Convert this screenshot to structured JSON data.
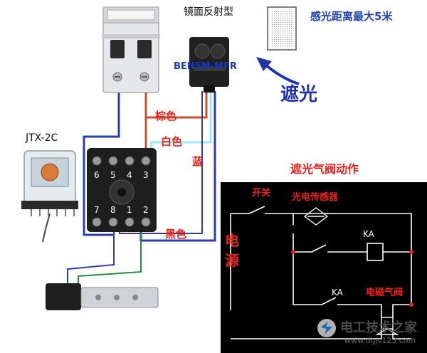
{
  "labels": {
    "mirror_type": "镜面反射型",
    "sensor_model": "BEN5M-MFR",
    "sensing_distance": "感光距离最大5米",
    "shading": "遮光",
    "relay_model": "JTX-2C",
    "brown": "棕色",
    "white": "白色",
    "blue": "蓝",
    "black": "黑色",
    "action_title": "遮光气阀动作",
    "switch": "开关",
    "photo_sensor": "光电传感器",
    "power_1": "电",
    "power_2": "源",
    "ka_coil": "KA",
    "ka_contact": "KA",
    "solenoid_valve": "电磁气阀",
    "watermark_title": "电工技术之家",
    "watermark_url": "www.dgjs123.com"
  },
  "pins_top": [
    "6",
    "5",
    "4",
    "3"
  ],
  "pins_bottom": [
    "7",
    "8",
    "1",
    "2"
  ],
  "colors": {
    "brown_wire": "#c8502a",
    "white_wire": "#9fe8f2",
    "blue_wire": "#2a3cae",
    "black_wire": "#3a3a8a",
    "green_wire": "#2a8a3a",
    "red_text": "#e8231d",
    "schematic_bg": "#000000"
  }
}
